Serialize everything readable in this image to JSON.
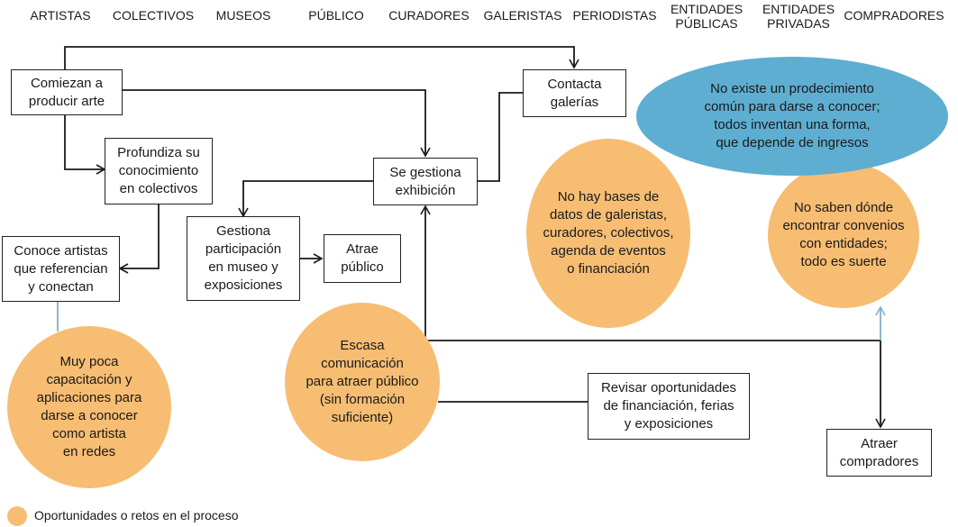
{
  "columns": [
    "ARTISTAS",
    "COLECTIVOS",
    "MUSEOS",
    "PÚBLICO",
    "CURADORES",
    "GALERISTAS",
    "PERIODISTAS",
    "ENTIDADES\nPÚBLICAS",
    "ENTIDADES\nPRIVADAS",
    "COMPRADORES"
  ],
  "process": {
    "start": "Comiezan a\nproducir arte",
    "deepen": "Profundiza su\nconocimiento\nen colectivos",
    "meet": "Conoce artistas\nque referencian\ny conectan",
    "museum": "Gestiona\nparticipación\nen museo y\nexposiciones",
    "attract_public": "Atrae\npúblico",
    "exhibition": "Se gestiona\nexhibición",
    "galleries": "Contacta\ngalerías",
    "funding": "Revisar oportunidades\nde financiación, ferias\ny exposiciones",
    "buyers": "Atraer\ncompradores"
  },
  "challenges": {
    "training": "Muy poca\ncapacitación y\naplicaciones para\ndarse a conocer\ncomo artista\nen redes",
    "communication": "Escasa\ncomunicación\npara atraer público\n(sin formación\nsuficiente)",
    "databases": "No hay bases de\ndatos de galeristas,\ncuradores, colectivos,\nagenda de eventos\no financiación",
    "agreements": "No saben dónde\nencontrar convenios\ncon entidades;\ntodo es suerte",
    "procedure": "No existe un prodecimiento\ncomún para darse a conocer;\ntodos inventan una forma,\nque depende de ingresos"
  },
  "legend": "Oportunidades o retos en el proceso",
  "colors": {
    "challenge": "#f7bd73",
    "procedure": "#5eaed2",
    "line": "#1a1a1a",
    "link": "#7fb1c9"
  }
}
